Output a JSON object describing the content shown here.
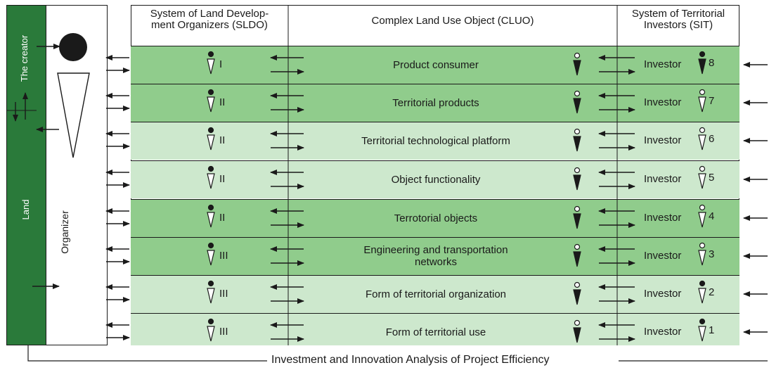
{
  "left_panel": {
    "creator_label": "The creator",
    "land_label": "Land",
    "organizer_label": "Organizer"
  },
  "headers": {
    "sldo": "System of Land Develop-\nment Organizers (SLDO)",
    "cluo": "Complex Land Use Object (CLUO)",
    "sit": "System of Territorial\nInvestors (SIT)"
  },
  "rows": [
    {
      "roman": "I",
      "label": "Product consumer",
      "investor": "Investor",
      "num": "8",
      "shade": "dark",
      "mid_filled": true,
      "inv_filled": true
    },
    {
      "roman": "II",
      "label": "Territorial products",
      "investor": "Investor",
      "num": "7",
      "shade": "dark",
      "mid_filled": true,
      "inv_filled": false
    },
    {
      "roman": "II",
      "label": "Territorial  technological platform",
      "investor": "Investor",
      "num": "6",
      "shade": "light",
      "mid_filled": true,
      "inv_filled": false
    },
    {
      "roman": "II",
      "label": "Object functionality",
      "investor": "Investor",
      "num": "5",
      "shade": "light",
      "mid_filled": true,
      "inv_filled": false
    },
    {
      "roman": "II",
      "label": "Terrotorial objects",
      "investor": "Investor",
      "num": "4",
      "shade": "dark",
      "mid_filled": true,
      "inv_filled": false
    },
    {
      "roman": "III",
      "label": "Engineering and transportation\nnetworks",
      "investor": "Investor",
      "num": "3",
      "shade": "dark",
      "mid_filled": true,
      "inv_filled": false
    },
    {
      "roman": "III",
      "label": "Form of territorial organization",
      "investor": "Investor",
      "num": "2",
      "shade": "light",
      "mid_filled": true,
      "inv_filled": false
    },
    {
      "roman": "III",
      "label": "Form of territorial use",
      "investor": "Investor",
      "num": "1",
      "shade": "light",
      "mid_filled": true,
      "inv_filled": false
    }
  ],
  "footer": "Investment and Innovation Analysis of Project Efficiency",
  "colors": {
    "dark_row": "#90cc8c",
    "light_row": "#cde8cd",
    "land_green": "#2a7a3a"
  }
}
